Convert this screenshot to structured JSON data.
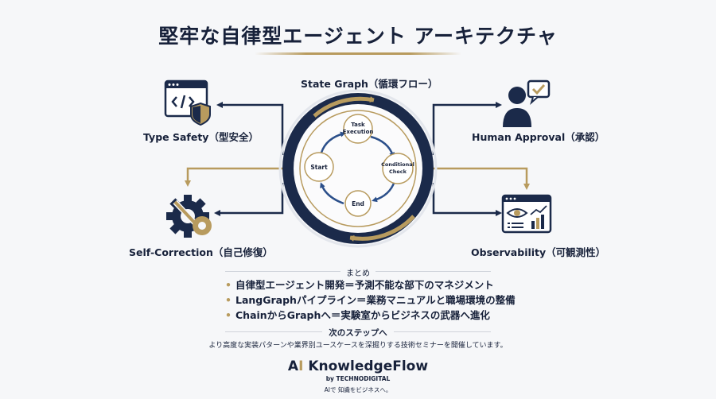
{
  "title": "堅牢な自律型エージェント アーキテクチャ",
  "diagram": {
    "center_label": "State Graph（循環フロー）",
    "nodes": [
      "Task Execution",
      "Conditional Check",
      "End",
      "Start"
    ],
    "node_lines": {
      "task": [
        "Task",
        "Execution"
      ],
      "conditional": [
        "Conditional",
        "Check"
      ],
      "end": [
        "End"
      ],
      "start": [
        "Start"
      ]
    },
    "features": {
      "type_safety": "Type Safety（型安全）",
      "self_correction": "Self-Correction（自己修復）",
      "human_approval": "Human Approval（承認）",
      "observability": "Observability（可観測性）"
    },
    "icons": {
      "type_safety": "code-window-shield-icon",
      "self_correction": "gears-wrench-icon",
      "human_approval": "person-checkmark-icon",
      "observability": "eye-chart-dashboard-icon"
    },
    "colors": {
      "navy": "#1b2a4a",
      "gold": "#b89b5e"
    }
  },
  "summary": {
    "heading": "まとめ",
    "bullet_marker": "•",
    "items": [
      "自律型エージェント開発＝予測不能な部下のマネジメント",
      "LangGraphパイプライン＝業務マニュアルと職場環境の整備",
      "ChainからGraphへ＝実験室からビジネスの武器へ進化"
    ]
  },
  "next": {
    "heading": "次のステップへ",
    "body": "より高度な実装パターンや業界別ユースケースを深掘りする技術セミナーを開催しています。"
  },
  "brand": {
    "logo_a": "A",
    "logo_i": "I",
    "name": " KnowledgeFlow",
    "by": "by TECHNODIGITAL",
    "tagline": "AIで 知識をビジネスへ。"
  }
}
